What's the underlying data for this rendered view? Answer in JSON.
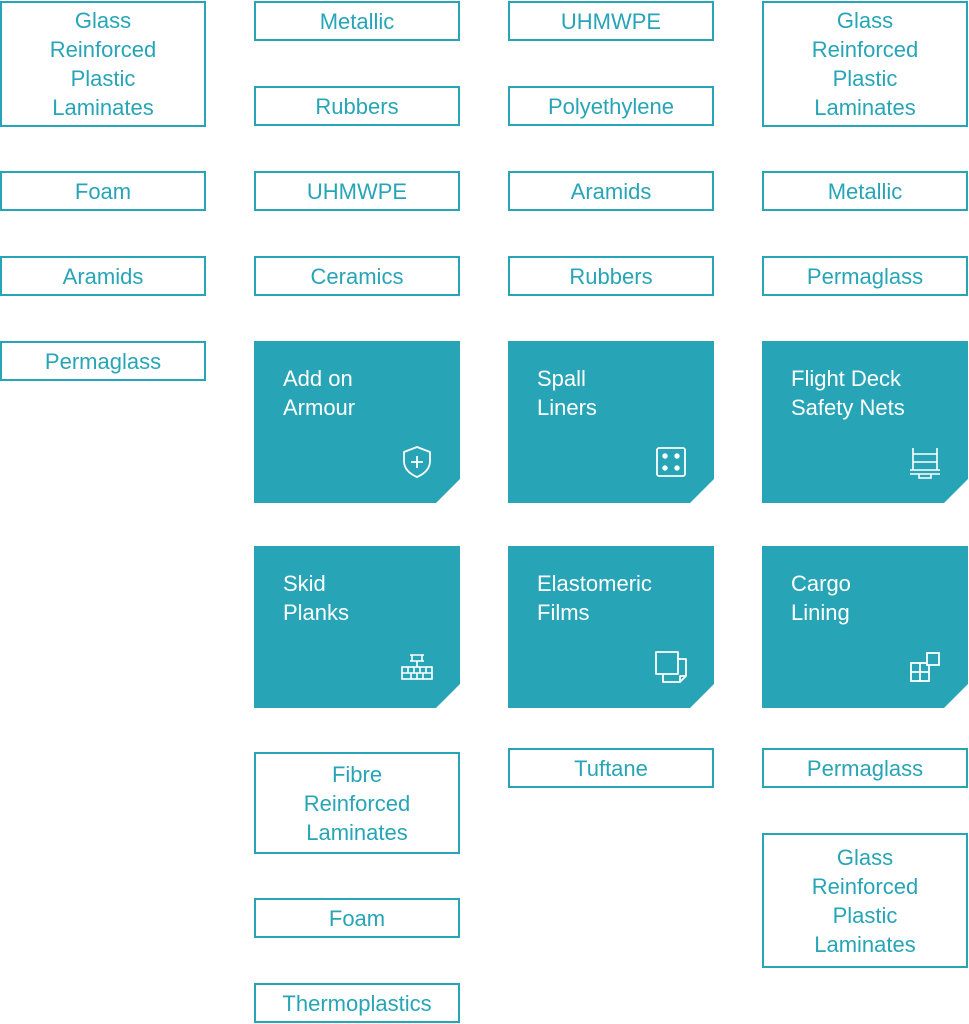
{
  "columns": [
    {
      "tags_top": [
        "Glass Reinforced Plastic Laminates",
        "Foam",
        "Aramids",
        "Permaglass"
      ]
    },
    {
      "tags_top": [
        "Metallic",
        "Rubbers",
        "UHMWPE",
        "Ceramics"
      ],
      "cards": [
        {
          "title": "Add on\nArmour",
          "icon": "shield-plus-icon"
        },
        {
          "title": "Skid\nPlanks",
          "icon": "skid-plank-icon"
        }
      ],
      "tags_bottom": [
        "Fibre Reinforced Laminates",
        "Foam",
        "Thermoplastics"
      ]
    },
    {
      "tags_top": [
        "UHMWPE",
        "Polyethylene",
        "Aramids",
        "Rubbers"
      ],
      "cards": [
        {
          "title": "Spall\nLiners",
          "icon": "dice-square-icon"
        },
        {
          "title": "Elastomeric\nFilms",
          "icon": "stacked-films-icon"
        }
      ],
      "tags_bottom": [
        "Tuftane"
      ]
    },
    {
      "tags_top": [
        "Glass Reinforced Plastic Laminates",
        "Metallic",
        "Permaglass"
      ],
      "cards": [
        {
          "title": "Flight Deck\nSafety Nets",
          "icon": "safety-net-icon"
        },
        {
          "title": "Cargo\nLining",
          "icon": "cargo-boxes-icon"
        }
      ],
      "tags_bottom": [
        "Permaglass",
        "Glass Reinforced Plastic Laminates"
      ]
    }
  ]
}
